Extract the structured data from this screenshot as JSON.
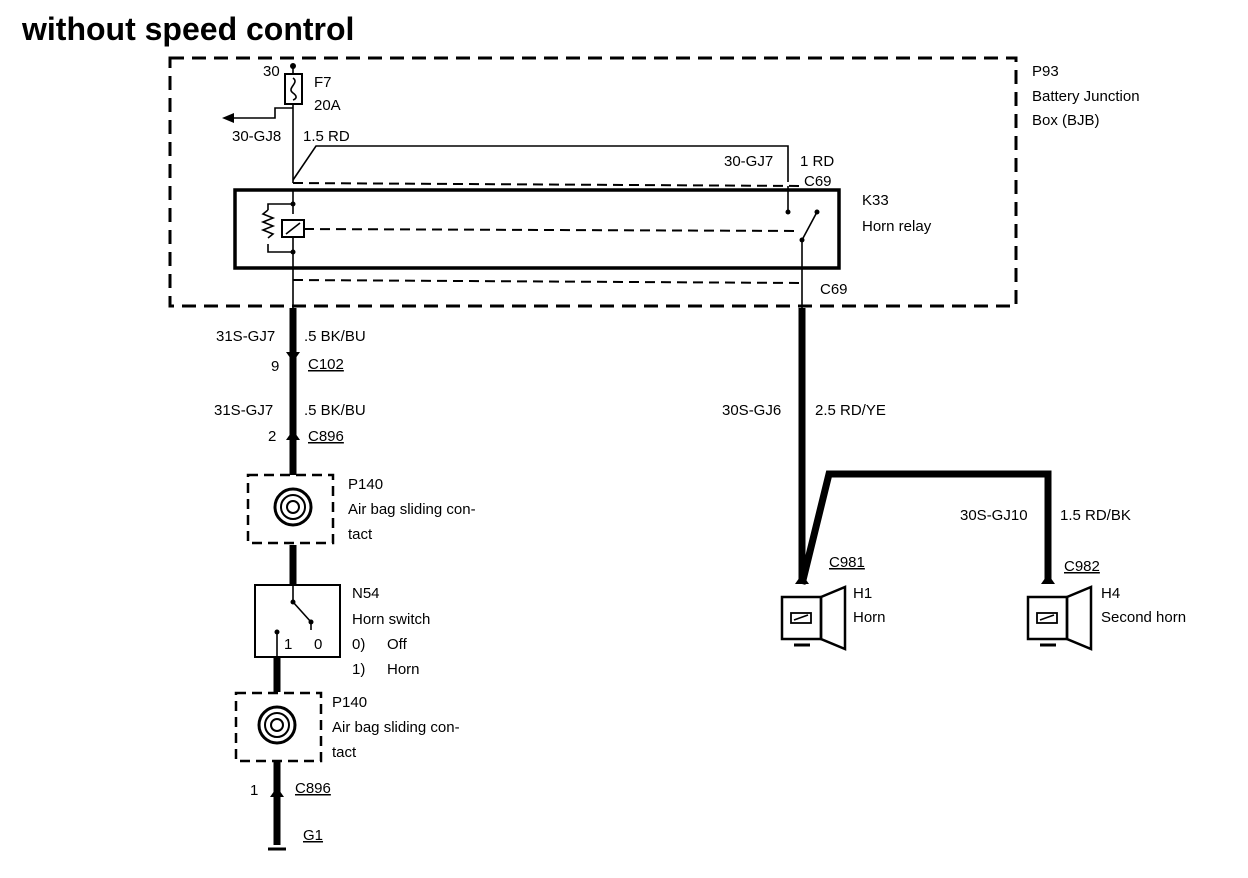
{
  "title": "without speed control",
  "bjb": {
    "id": "P93",
    "name_line1": "Battery Junction",
    "name_line2": "Box (BJB)"
  },
  "fuse": {
    "terminal": "30",
    "id": "F7",
    "rating": "20A"
  },
  "feed": {
    "circuit": "30-GJ8",
    "wire": "1.5 RD"
  },
  "relay_feed": {
    "circuit": "30-GJ7",
    "wire": "1 RD",
    "connector": "C69"
  },
  "relay": {
    "id": "K33",
    "name": "Horn relay"
  },
  "relay_out_connector": "C69",
  "left_wire_1": {
    "circuit": "31S-GJ7",
    "wire": ".5 BK/BU",
    "pin": "9",
    "connector": "C102"
  },
  "left_wire_2": {
    "circuit": "31S-GJ7",
    "wire": ".5 BK/BU",
    "pin": "2",
    "connector": "C896"
  },
  "airbag_top": {
    "id": "P140",
    "line1": "Air bag sliding con-",
    "line2": "tact"
  },
  "horn_switch": {
    "id": "N54",
    "name": "Horn switch",
    "pos_1": "1",
    "pos_0": "0",
    "state_0_num": "0)",
    "state_0_label": "Off",
    "state_1_num": "1)",
    "state_1_label": "Horn"
  },
  "airbag_bottom": {
    "id": "P140",
    "line1": "Air bag sliding con-",
    "line2": "tact"
  },
  "ground_wire": {
    "pin": "1",
    "connector": "C896",
    "ground": "G1"
  },
  "right_wire": {
    "circuit": "30S-GJ6",
    "wire": "2.5 RD/YE"
  },
  "branch_wire": {
    "circuit": "30S-GJ10",
    "wire": "1.5 RD/BK"
  },
  "horn1": {
    "connector": "C981",
    "id": "H1",
    "name": "Horn"
  },
  "horn2": {
    "connector": "C982",
    "id": "H4",
    "name": "Second horn"
  }
}
